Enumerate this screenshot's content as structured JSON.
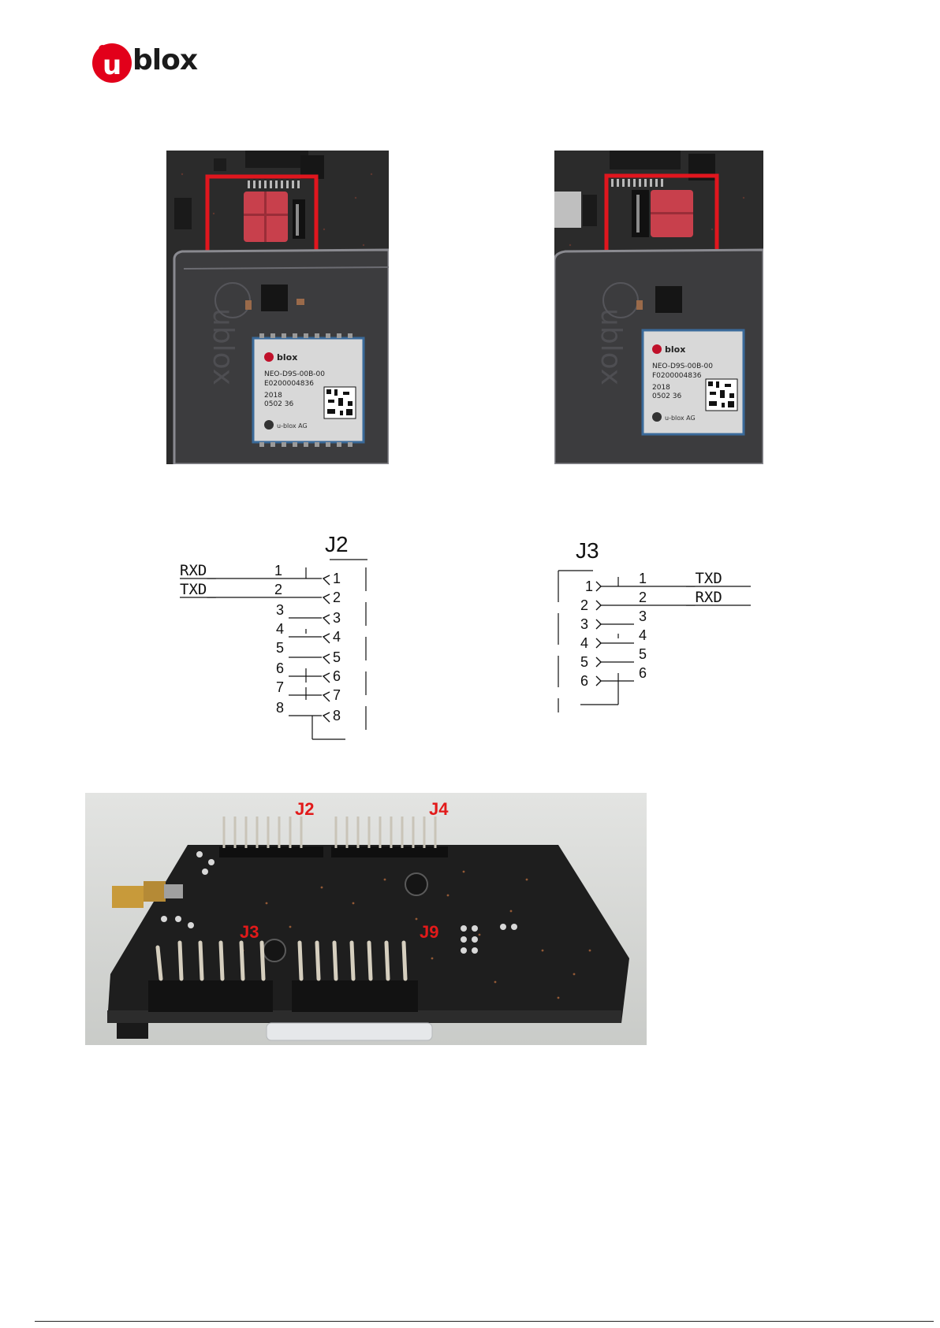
{
  "logo": {
    "text": "blox",
    "mark_letter": "u",
    "brand_color": "#e2001a"
  },
  "photo_left": {
    "module_brand": "blox",
    "module_part": "NEO-D9S-00B-00",
    "module_serial": "E0200004836",
    "module_year": "2018",
    "module_date": "0502 36",
    "module_maker": "u-blox AG",
    "board_logo": "ublox"
  },
  "photo_right": {
    "module_brand": "blox",
    "module_part": "NEO-D9S-00B-00",
    "module_serial": "F0200004836",
    "module_year": "2018",
    "module_date": "0502 36",
    "module_maker": "u-blox AG",
    "board_logo": "ublox"
  },
  "schematic_j2": {
    "title": "J2",
    "signal_1": "RXD_",
    "signal_2": "TXD_",
    "left_pins": [
      "1",
      "2",
      "3",
      "4",
      "5",
      "6",
      "7",
      "8"
    ],
    "right_pins": [
      "1",
      "2",
      "3",
      "4",
      "5",
      "6",
      "7",
      "8"
    ]
  },
  "schematic_j3": {
    "title": "J3",
    "signal_1": "_TXD",
    "signal_2": "_RXD",
    "left_pins": [
      "1",
      "2",
      "3",
      "4",
      "5",
      "6"
    ],
    "right_pins": [
      "1",
      "2",
      "3",
      "4",
      "5",
      "6"
    ]
  },
  "board_photo": {
    "labels": {
      "j2": "J2",
      "j4": "J4",
      "j3": "J3",
      "j9": "J9"
    },
    "label_color": "#e21a1a"
  },
  "colors": {
    "highlight_box": "#e0161e",
    "jumper_red": "#c8404c"
  }
}
